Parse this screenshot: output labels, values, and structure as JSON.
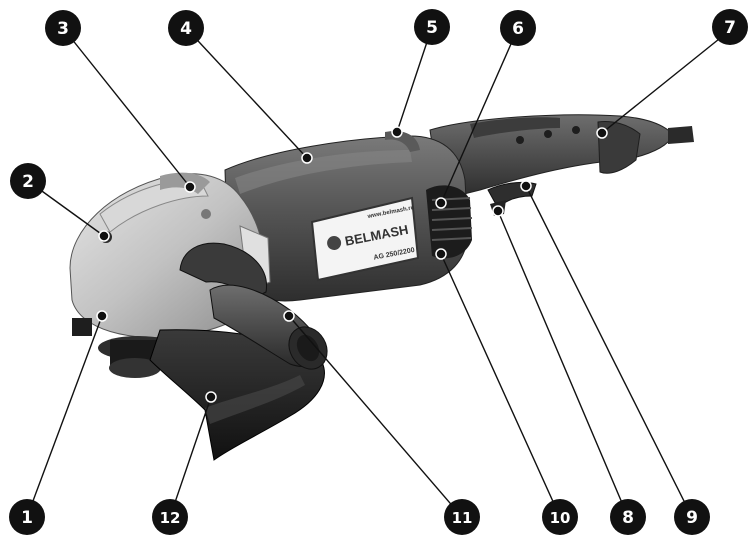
{
  "product": {
    "brand": "BELMASH",
    "website": "www.belmash.ru",
    "model": "AG 250/2200"
  },
  "callouts": [
    {
      "id": "1",
      "label": "1"
    },
    {
      "id": "2",
      "label": "2"
    },
    {
      "id": "3",
      "label": "3"
    },
    {
      "id": "4",
      "label": "4"
    },
    {
      "id": "5",
      "label": "5"
    },
    {
      "id": "6",
      "label": "6"
    },
    {
      "id": "7",
      "label": "7"
    },
    {
      "id": "8",
      "label": "8"
    },
    {
      "id": "9",
      "label": "9"
    },
    {
      "id": "10",
      "label": "10"
    },
    {
      "id": "11",
      "label": "11"
    },
    {
      "id": "12",
      "label": "12"
    }
  ],
  "colors": {
    "body_dark": "#4a4a4a",
    "body_mid": "#6b6b6b",
    "head_light": "#bdbdbd",
    "callout_fill": "#111111"
  }
}
